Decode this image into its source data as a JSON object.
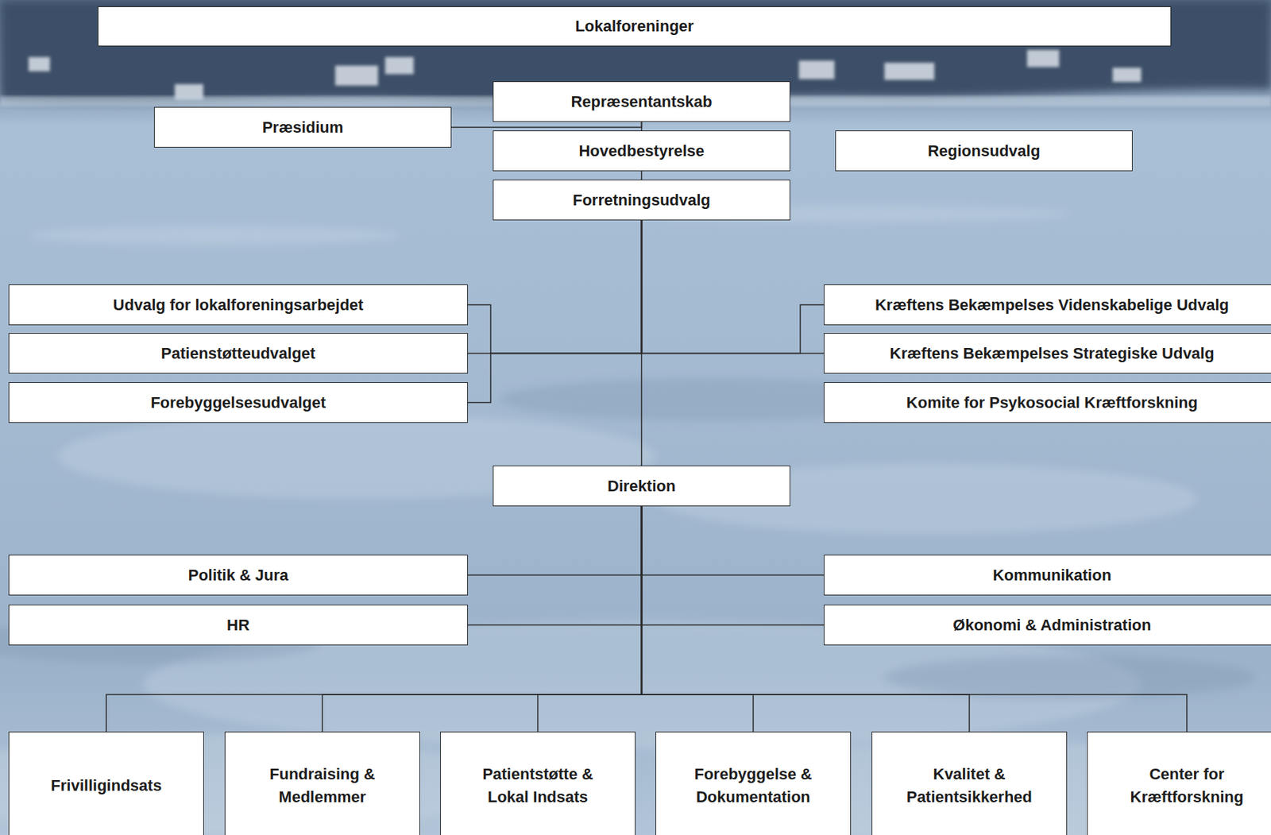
{
  "diagram": {
    "nodes": [
      {
        "text": [
          "Lokalforeninger"
        ]
      },
      {
        "text": [
          "Repræsentantskab"
        ]
      },
      {
        "text": [
          "Præsidium"
        ]
      },
      {
        "text": [
          "Hovedbestyrelse"
        ]
      },
      {
        "text": [
          "Regionsudvalg"
        ]
      },
      {
        "text": [
          "Forretningsudvalg"
        ]
      },
      {
        "text": [
          "Udvalg for lokalforeningsarbejdet"
        ]
      },
      {
        "text": [
          "Patienstøtteudvalget"
        ]
      },
      {
        "text": [
          "Forebyggelsesudvalget"
        ]
      },
      {
        "text": [
          "Kræftens Bekæmpelses Videnskabelige Udvalg"
        ]
      },
      {
        "text": [
          "Kræftens Bekæmpelses Strategiske Udvalg"
        ]
      },
      {
        "text": [
          "Komite for Psykosocial Kræftforskning"
        ]
      },
      {
        "text": [
          "Direktion"
        ]
      },
      {
        "text": [
          "Politik & Jura"
        ]
      },
      {
        "text": [
          "Kommunikation"
        ]
      },
      {
        "text": [
          "HR"
        ]
      },
      {
        "text": [
          "Økonomi & Administration"
        ]
      },
      {
        "text": [
          "Frivilligindsats"
        ]
      },
      {
        "text": [
          "Fundraising & Medlemmer"
        ]
      },
      {
        "text": [
          "Patientstøtte & Lokal Indsats"
        ]
      },
      {
        "text": [
          "Forebyggelse & Dokumentation"
        ]
      },
      {
        "text": [
          "Kvalitet & Patientsikkerhed"
        ]
      },
      {
        "text": [
          "Center for Kræftforskning"
        ]
      }
    ],
    "edges": [
      {
        "from": 1,
        "to": 3,
        "arrow": "none"
      },
      {
        "from": 2,
        "to": 1,
        "arrow": "none"
      },
      {
        "from": 3,
        "to": 5,
        "arrow": "none"
      },
      {
        "from": 5,
        "to": 6,
        "arrow": "none"
      },
      {
        "from": 5,
        "to": 7,
        "arrow": "none"
      },
      {
        "from": 5,
        "to": 8,
        "arrow": "none"
      },
      {
        "from": 5,
        "to": 9,
        "arrow": "none"
      },
      {
        "from": 5,
        "to": 10,
        "arrow": "none"
      },
      {
        "from": 5,
        "to": 12,
        "arrow": "none"
      },
      {
        "from": 12,
        "to": 13,
        "arrow": "none"
      },
      {
        "from": 12,
        "to": 14,
        "arrow": "none"
      },
      {
        "from": 12,
        "to": 15,
        "arrow": "none"
      },
      {
        "from": 12,
        "to": 16,
        "arrow": "none"
      },
      {
        "from": 12,
        "to": 17,
        "arrow": "none"
      },
      {
        "from": 12,
        "to": 18,
        "arrow": "none"
      },
      {
        "from": 12,
        "to": 19,
        "arrow": "none"
      },
      {
        "from": 12,
        "to": 20,
        "arrow": "none"
      },
      {
        "from": 12,
        "to": 21,
        "arrow": "none"
      },
      {
        "from": 12,
        "to": 22,
        "arrow": "none"
      }
    ]
  }
}
